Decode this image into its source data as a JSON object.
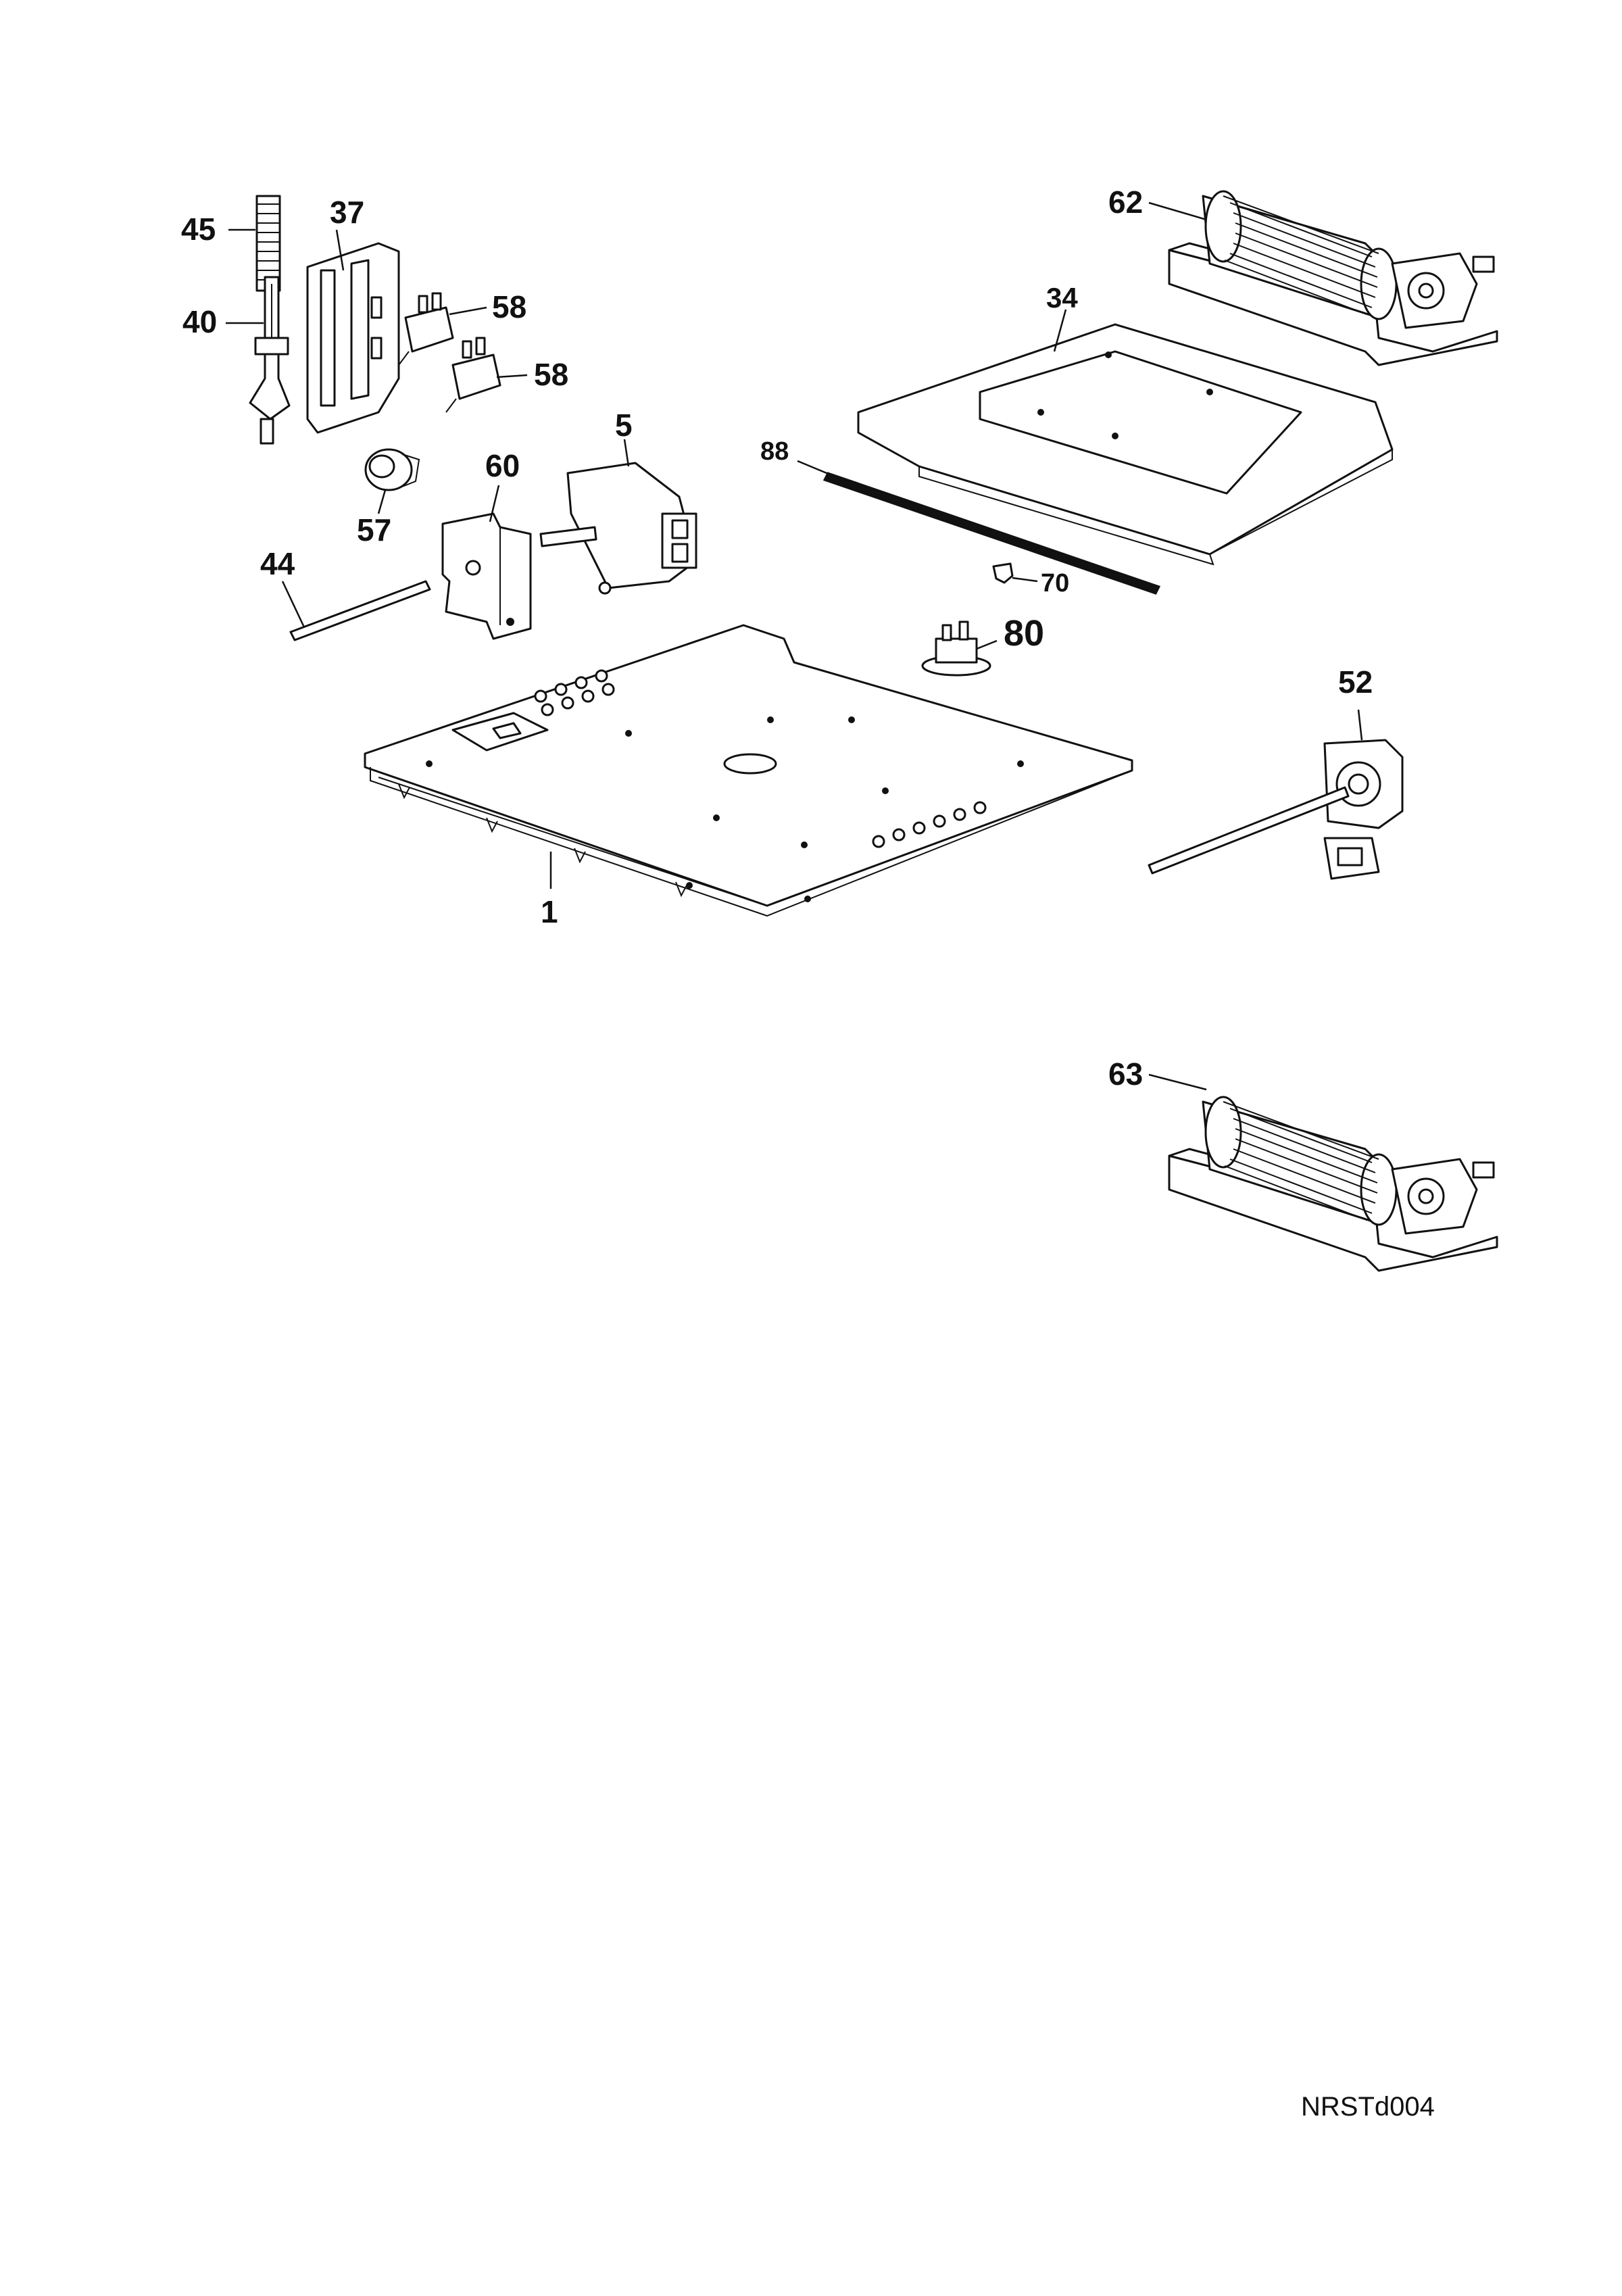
{
  "diagram": {
    "drawing_code": "NRSTd004",
    "callouts": [
      {
        "id": "c45",
        "text": "45"
      },
      {
        "id": "c37",
        "text": "37"
      },
      {
        "id": "c40",
        "text": "40"
      },
      {
        "id": "c58a",
        "text": "58"
      },
      {
        "id": "c58b",
        "text": "58"
      },
      {
        "id": "c5",
        "text": "5"
      },
      {
        "id": "c60",
        "text": "60"
      },
      {
        "id": "c57",
        "text": "57"
      },
      {
        "id": "c44",
        "text": "44"
      },
      {
        "id": "c62",
        "text": "62"
      },
      {
        "id": "c34",
        "text": "34"
      },
      {
        "id": "c88",
        "text": "88"
      },
      {
        "id": "c70",
        "text": "70"
      },
      {
        "id": "c80",
        "text": "80"
      },
      {
        "id": "c52",
        "text": "52"
      },
      {
        "id": "c1",
        "text": "1"
      },
      {
        "id": "c63",
        "text": "63"
      }
    ]
  }
}
